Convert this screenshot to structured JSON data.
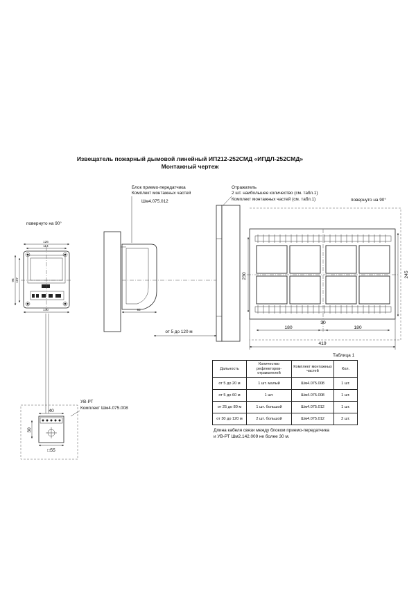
{
  "title": "Извещатель  пожарный дымовой  линейный ИП212-252СМД  «ИПДЛ-252СМД»",
  "subtitle": "Монтажный  чертеж",
  "labels": {
    "rotated_left": "повернуто на 90°",
    "rotated_right": "повернуто на 90°",
    "transceiver_title": "Блок приемо-передатчика",
    "transceiver_kit": "Комплект монтажных частей",
    "transceiver_code": "Шм4.075.012",
    "reflector_title": "Отражатель",
    "reflector_qty": "2 шт. наибольшее количество (см. табл.1)",
    "reflector_kit": "Комплект монтажных частей (см. табл.1)",
    "distance": "от 5 до  120 м",
    "uvrt_title": "УВ-РТ",
    "uvrt_kit": "Комплект Шм4.075.008",
    "cable_note_1": "Длина кабеля связи между блоком приемо-передатчика",
    "cable_note_2": "и УВ-РТ Шм2.142.009 не более 30 м.",
    "table_caption": "Таблица 1"
  },
  "dimensions": {
    "w126": "126",
    "w114": "114",
    "h98": "98",
    "h107": "107",
    "w170": "170",
    "d93": "93",
    "w40": "40",
    "h30": "30",
    "w55": "□55",
    "h230": "230",
    "h245": "245",
    "w180a": "180",
    "w30": "30",
    "w180b": "180",
    "w419": "419"
  },
  "table": {
    "headers": [
      "Дальность",
      "Количество рефлекторов-отражателей",
      "Комплект монтажных частей",
      "Кол."
    ],
    "rows": [
      [
        "от 5 до 20 м",
        "1 шт. малый",
        "Шм4.075.008",
        "1 шт."
      ],
      [
        "от 5 до 60 м",
        "1 шт.",
        "Шм4.075.008",
        "1 шт."
      ],
      [
        "от 25 до 80 м",
        "1 шт. большой",
        "Шм4.075.012",
        "1 шт."
      ],
      [
        "от 30 до 120 м",
        "2 шт. большой",
        "Шм4.075.012",
        "2 шт."
      ]
    ]
  }
}
